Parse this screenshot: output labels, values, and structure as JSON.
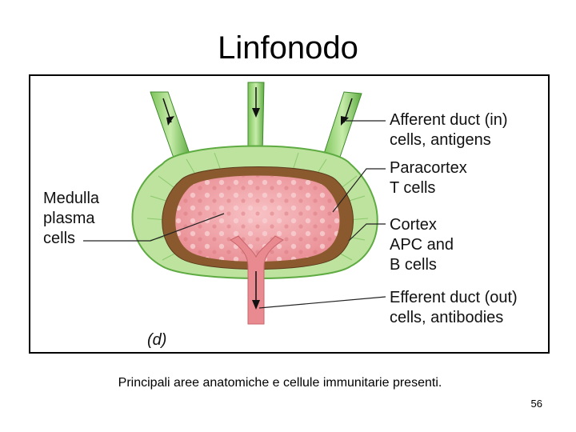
{
  "slide": {
    "title": "Linfonodo",
    "caption": "Principali aree anatomiche e cellule immunitarie presenti.",
    "page_number": "56"
  },
  "figure": {
    "panel_letter": "(d)",
    "labels": {
      "afferent": [
        "Afferent duct (in)",
        "cells, antigens"
      ],
      "paracortex": [
        "Paracortex",
        "T cells"
      ],
      "cortex": [
        "Cortex",
        "APC and",
        "B cells"
      ],
      "efferent": [
        "Efferent duct (out)",
        "cells, antibodies"
      ],
      "medulla": [
        "Medulla",
        "plasma",
        "cells"
      ]
    },
    "colors": {
      "outer_green": "#b8e29a",
      "cortex_brown": "#8a5a2e",
      "medulla_pink": "#f2a3a8",
      "duct_green": "#4f9e3a",
      "efferent_pink": "#e88a8f"
    }
  }
}
